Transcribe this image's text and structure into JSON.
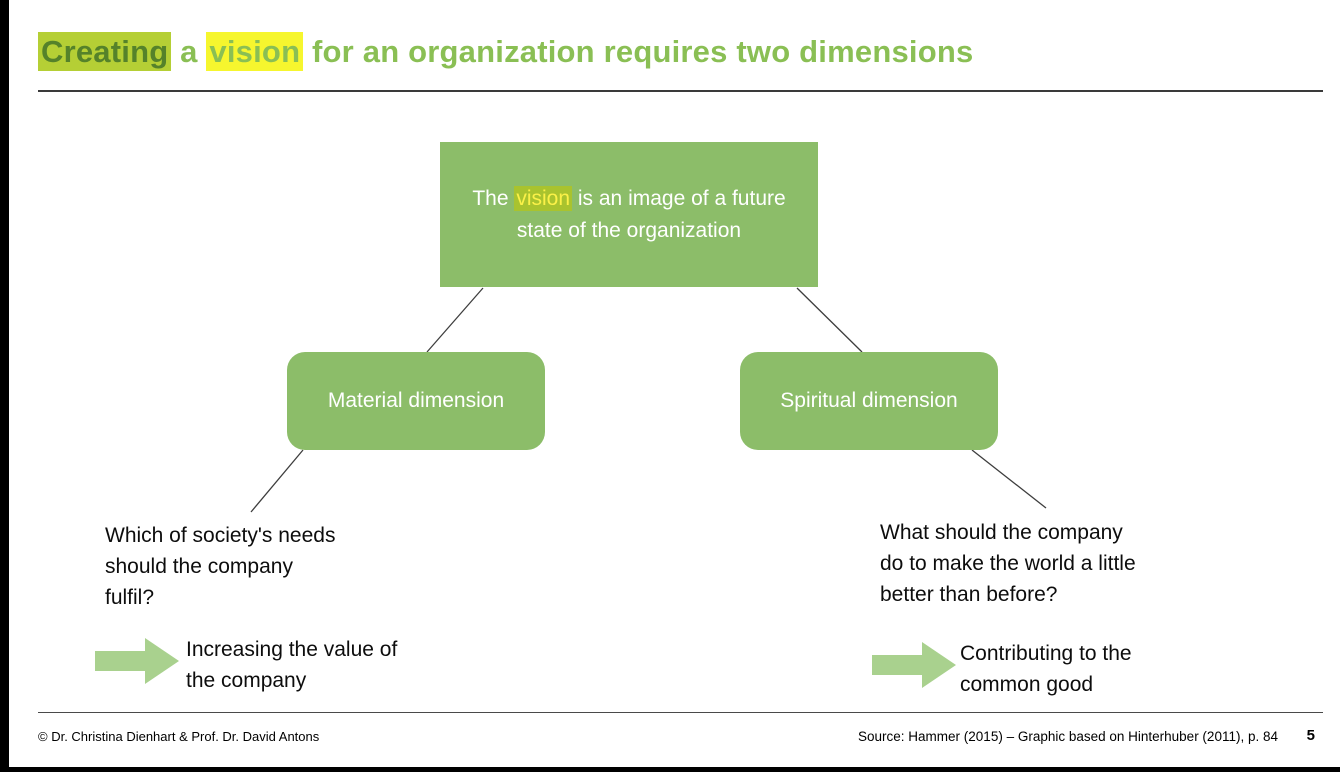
{
  "title": {
    "highlight1": "Creating",
    "mid": " a ",
    "highlight2": "vision",
    "rest": " for an organization requires two dimensions"
  },
  "diagram": {
    "root": {
      "pre": "The ",
      "highlight": "vision",
      "post": " is an image of a future state of the organization"
    },
    "left_box": "Material dimension",
    "right_box": "Spiritual dimension",
    "left_question": "Which of society's needs\nshould the company\nfulfil?",
    "right_question": "What should the company\ndo to make the world a little\nbetter than before?",
    "left_result": "Increasing the value of\nthe company",
    "right_result": "Contributing to the\ncommon good"
  },
  "footer": {
    "copyright": "© Dr. Christina Dienhart & Prof. Dr. David Antons",
    "source": "Source: Hammer (2015) – Graphic based on Hinterhuber (2011), p. 84",
    "page": "5"
  },
  "colors": {
    "title_green": "#8abf54",
    "green_box": "#8cbd69",
    "highlight_yellow": "#f6f62e",
    "highlight_green": "#b5cf35",
    "root_highlight_bg": "#a9c32e",
    "root_highlight_text": "#fbf148",
    "arrow_green": "#a9d18e"
  }
}
